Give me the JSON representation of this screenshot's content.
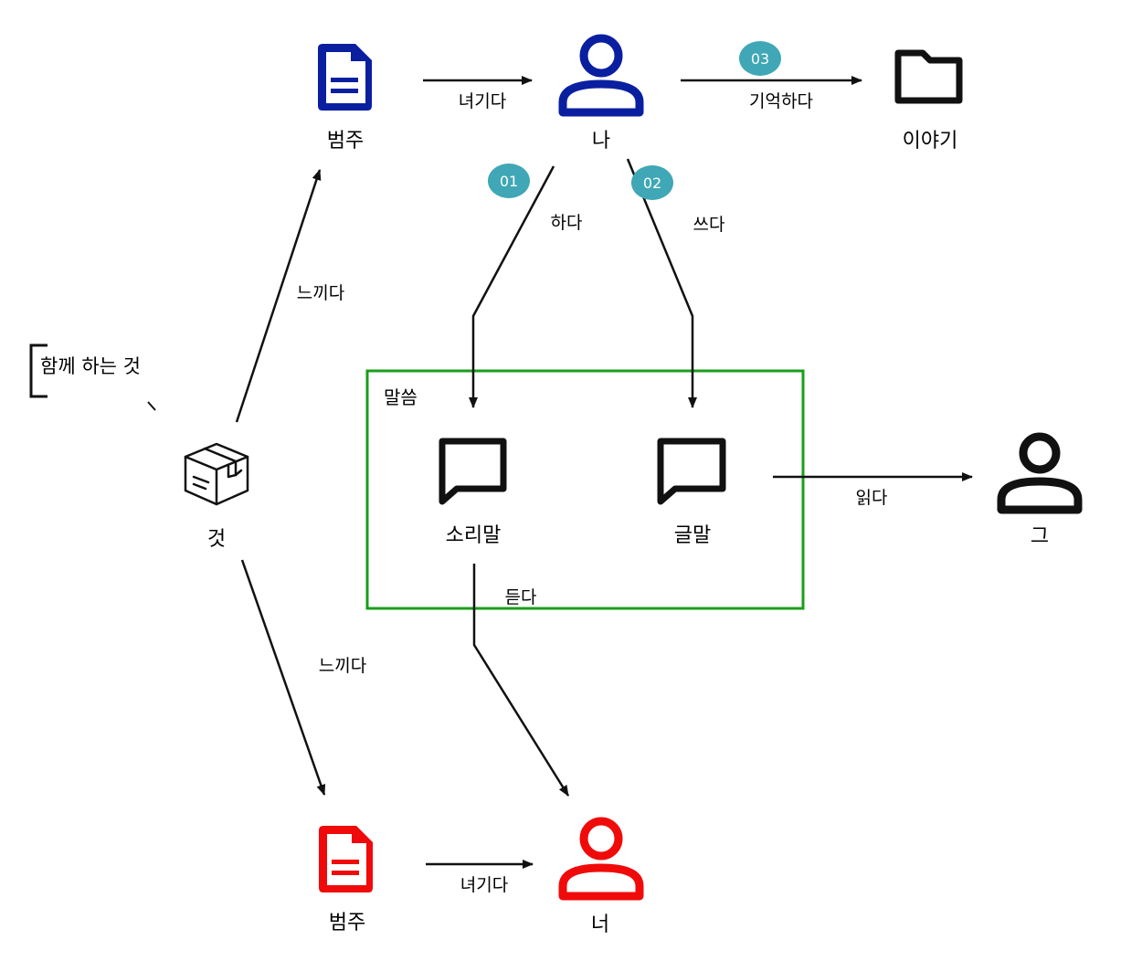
{
  "colors": {
    "blue": "#0a1fa0",
    "red": "#f00a0a",
    "black": "#111111",
    "green": "#1a9e1a",
    "badge": "#3fa7b5"
  },
  "nodes": {
    "category_top": {
      "label": "범주",
      "icon": "document-icon"
    },
    "me": {
      "label": "나",
      "icon": "person-icon"
    },
    "story": {
      "label": "이야기",
      "icon": "folder-icon"
    },
    "thing": {
      "label": "것",
      "icon": "package-box-icon"
    },
    "spoken_word": {
      "label": "소리말",
      "icon": "speech-bubble-icon"
    },
    "written_word": {
      "label": "글말",
      "icon": "speech-bubble-icon"
    },
    "him": {
      "label": "그",
      "icon": "person-icon"
    },
    "category_bottom": {
      "label": "범주",
      "icon": "document-icon"
    },
    "you": {
      "label": "너",
      "icon": "person-icon"
    }
  },
  "edges": {
    "top_consider": "녀기다",
    "remember": "기억하다",
    "speak": "하다",
    "write": "쓰다",
    "feel_top": "느끼다",
    "read": "읽다",
    "listen": "듣다",
    "feel_bottom": "느끼다",
    "bottom_consider": "녀기다"
  },
  "badges": {
    "b01": "01",
    "b02": "02",
    "b03": "03"
  },
  "group": {
    "title": "말씀"
  },
  "note": {
    "text": "함께 하는 것"
  }
}
